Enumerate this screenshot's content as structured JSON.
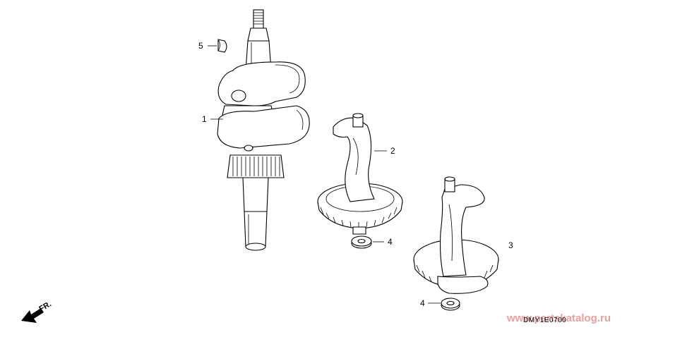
{
  "callouts": {
    "p1": "1",
    "p2": "2",
    "p3": "3",
    "p4a": "4",
    "p4b": "4",
    "p5": "5"
  },
  "direction": {
    "label": "FR."
  },
  "diagram_code": "DMY1E0700",
  "watermark": "www.partskatalog.ru"
}
